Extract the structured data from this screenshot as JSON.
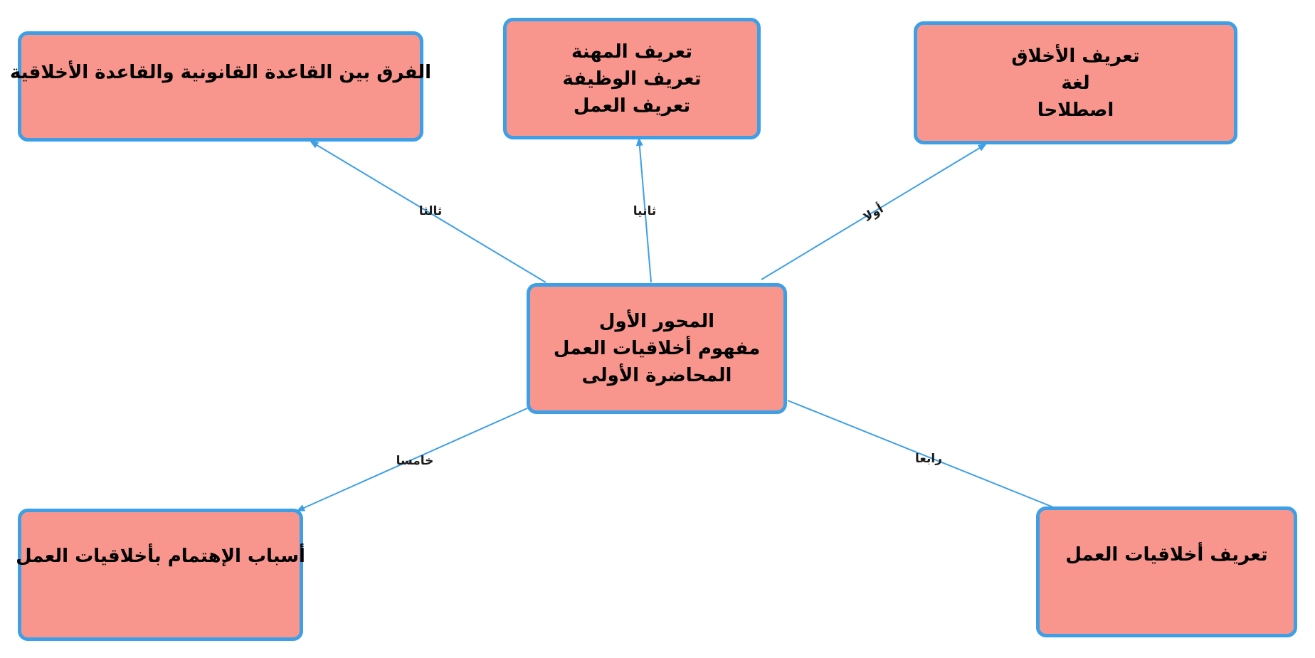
{
  "colors": {
    "node_fill": "#f8968d",
    "node_border": "#3d9fe6",
    "edge": "#3d9fe6",
    "text": "#000000"
  },
  "center": {
    "lines": [
      "المحور الأول",
      "مفهوم أخلاقيات العمل",
      "المحاضرة الأولى"
    ]
  },
  "branches": [
    {
      "id": "first",
      "edge_label": "أولا",
      "lines": [
        "تعريف الأخلاق",
        "لغة",
        "اصطلاحا"
      ]
    },
    {
      "id": "second",
      "edge_label": "ثانيا",
      "lines": [
        "تعريف المهنة",
        "تعريف الوظيفة",
        "تعريف العمل"
      ]
    },
    {
      "id": "third",
      "edge_label": "ثالثا",
      "lines": [
        "الفرق بين القاعدة القانونية والقاعدة الأخلاقية"
      ]
    },
    {
      "id": "fourth",
      "edge_label": "رابعا",
      "lines": [
        "تعريف أخلاقيات العمل"
      ]
    },
    {
      "id": "fifth",
      "edge_label": "خامسا",
      "lines": [
        "أسباب الإهتمام بأخلاقيات العمل"
      ]
    }
  ]
}
